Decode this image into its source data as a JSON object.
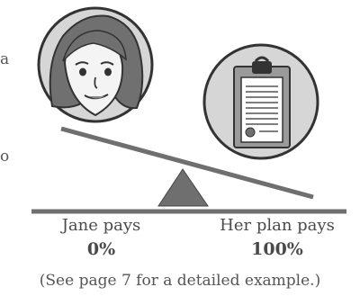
{
  "colors": {
    "scale_gray": "#6f6f6f",
    "circle_fill": "#d6d6d6",
    "hair": "#707070",
    "skin": "#f4f4f4",
    "text": "#4a4a4a"
  },
  "edge_text": {
    "top": "a",
    "bottom": "o"
  },
  "icons": {
    "left": "woman-face-icon",
    "right": "clipboard-document-icon"
  },
  "labels": {
    "left_name": "Jane pays",
    "left_percent": "0%",
    "right_name": "Her plan pays",
    "right_percent": "100%"
  },
  "note": "(See page 7 for a detailed example.)"
}
